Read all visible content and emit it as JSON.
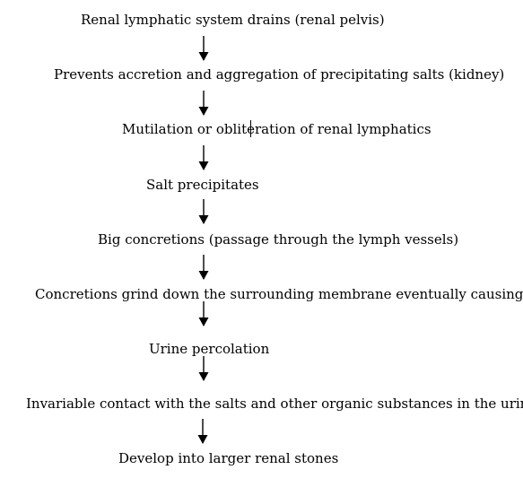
{
  "flow": {
    "steps": [
      "Renal lymphatic system drains (renal pelvis)",
      "Prevents accretion and aggregation  of precipitating salts (kidney)",
      "Mutilation or obliteration of renal lymphatics",
      "Salt precipitates",
      "Big concretions (passage through the lymph vessels)",
      "Concretions grind down the surrounding  membrane  eventually causing",
      "Urine percolation",
      "Invariable contact with the salts and other organic substances  in the urine",
      "Develop into larger  renal stones"
    ]
  }
}
